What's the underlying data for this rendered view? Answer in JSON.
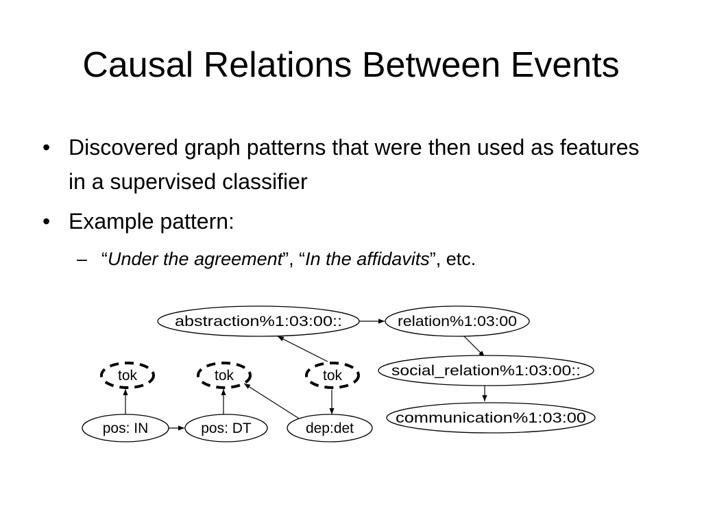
{
  "slide": {
    "title": "Causal Relations Between Events",
    "bullets": [
      "Discovered graph patterns that were then used as features in a supervised classifier",
      "Example pattern:"
    ],
    "sub_bullet": {
      "q_open_1": "“",
      "italic_1": "Under the agreement",
      "q_close_1": "”, “",
      "italic_2": "In the affidavits",
      "q_close_2": "”, etc."
    }
  },
  "diagram": {
    "nodes": {
      "abstraction": "abstraction%1:03:00::",
      "relation": "relation%1:03:00",
      "social_relation": "social_relation%1:03:00::",
      "communication": "communication%1:03:00",
      "tok_1": "tok",
      "tok_2": "tok",
      "tok_3": "tok",
      "pos_in": "pos: IN",
      "pos_dt": "pos: DT",
      "dep_det": "dep:det"
    }
  }
}
